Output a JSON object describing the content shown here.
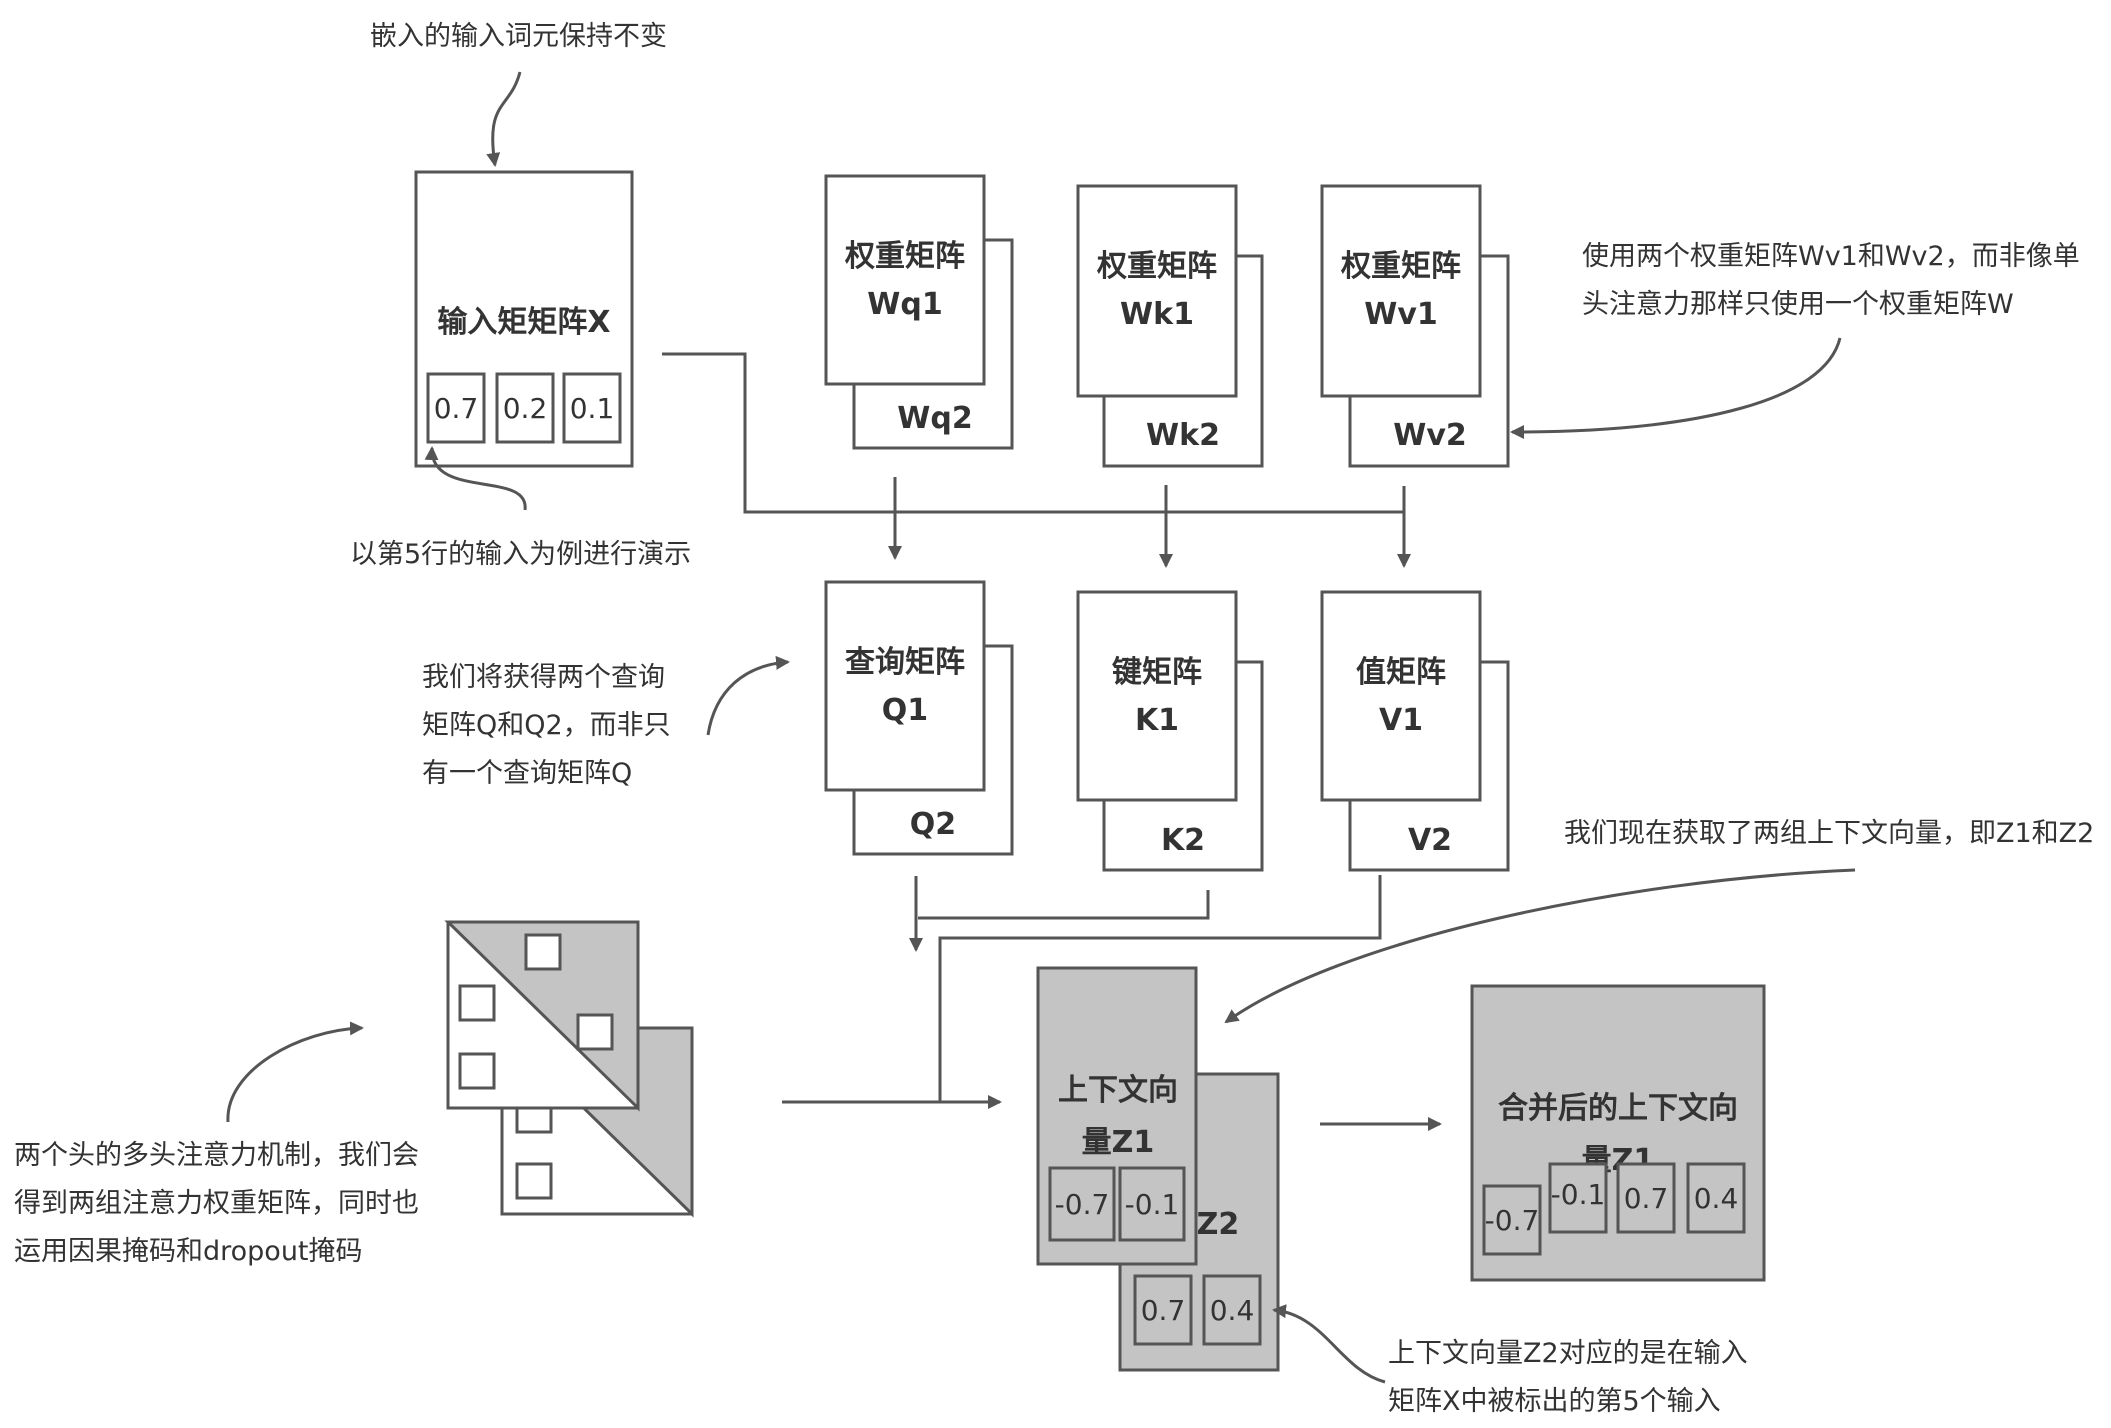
{
  "annotations": {
    "embed_note": "嵌入的输入词元保持不变",
    "row_note": "以第5行的输入为例进行演示",
    "weights_note_1": "使用两个权重矩阵Wv1和Wv2，而非像单",
    "weights_note_2": "头注意力那样只使用一个权重矩阵W",
    "query_note_1": "我们将获得两个查询",
    "query_note_2": "矩阵Q和Q2，而非只",
    "query_note_3": "有一个查询矩阵Q",
    "context_note": "我们现在获取了两组上下文向量，即Z1和Z2",
    "multihead_note_1": "两个头的多头注意力机制，我们会",
    "multihead_note_2": "得到两组注意力权重矩阵，同时也",
    "multihead_note_3": "运用因果掩码和dropout掩码",
    "z2_note_1": "上下文向量Z2对应的是在输入",
    "z2_note_2": "矩阵X中被标出的第5个输入"
  },
  "input_matrix": {
    "title": "输入矩矩阵X",
    "values": [
      "0.7",
      "0.2",
      "0.1"
    ]
  },
  "weights": {
    "q": {
      "title": "权重矩阵",
      "front": "Wq1",
      "back": "Wq2"
    },
    "k": {
      "title": "权重矩阵",
      "front": "Wk1",
      "back": "Wk2"
    },
    "v": {
      "title": "权重矩阵",
      "front": "Wv1",
      "back": "Wv2"
    }
  },
  "qkv": {
    "q": {
      "title": "查询矩阵",
      "front": "Q1",
      "back": "Q2"
    },
    "k": {
      "title": "键矩阵",
      "front": "K1",
      "back": "K2"
    },
    "v": {
      "title": "值矩阵",
      "front": "V1",
      "back": "V2"
    }
  },
  "context": {
    "z1_line1": "上下文向",
    "z1_line2": "量Z1",
    "z1_values": [
      "-0.7",
      "-0.1"
    ],
    "z2_label": "Z2",
    "z2_values": [
      "0.7",
      "0.4"
    ]
  },
  "merged": {
    "line1": "合并后的上下文向",
    "line2": "量Z1",
    "values": [
      "-0.7",
      "-0.1",
      "0.7",
      "0.4"
    ]
  },
  "colors": {
    "stroke": "#555555",
    "gray_fill": "#c4c4c4",
    "text": "#333333"
  }
}
